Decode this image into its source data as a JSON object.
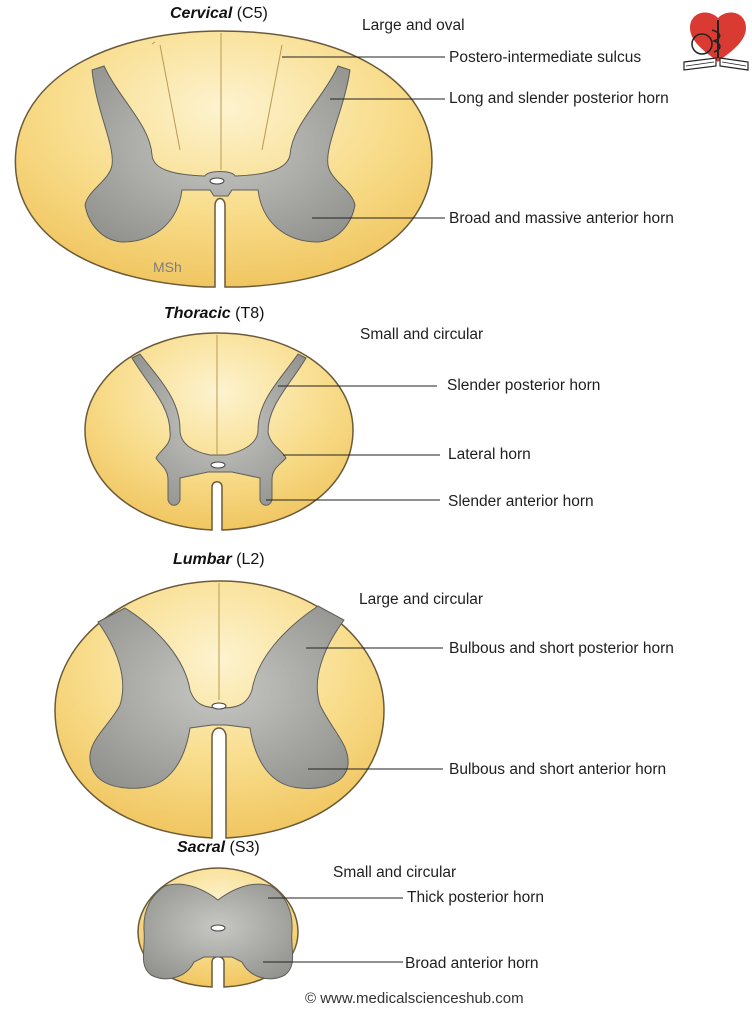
{
  "colors": {
    "white_matter": "#f7d77a",
    "white_matter_light": "#fdf3cf",
    "grey_matter": "#a9a9a6",
    "outline": "#6b5a3a",
    "logo_heart": "#d93a32"
  },
  "logo": {
    "icon": "heart-caduceus-book-icon"
  },
  "sections": [
    {
      "name": "Cervical",
      "code": "(C5)",
      "shape": "Large and oval",
      "watermark": "MSh",
      "labels": [
        "Postero-intermediate sulcus",
        "Long and slender posterior horn",
        "Broad and massive anterior horn"
      ]
    },
    {
      "name": "Thoracic",
      "code": "(T8)",
      "shape": "Small and circular",
      "labels": [
        "Slender posterior horn",
        "Lateral horn",
        "Slender  anterior horn"
      ]
    },
    {
      "name": "Lumbar",
      "code": "(L2)",
      "shape": "Large and circular",
      "labels": [
        "Bulbous and short posterior horn",
        "Bulbous and short anterior horn"
      ]
    },
    {
      "name": "Sacral",
      "code": "(S3)",
      "shape": "Small and circular",
      "labels": [
        "Thick posterior horn",
        "Broad anterior horn"
      ]
    }
  ],
  "copyright": "© www.medicalscienceshub.com"
}
